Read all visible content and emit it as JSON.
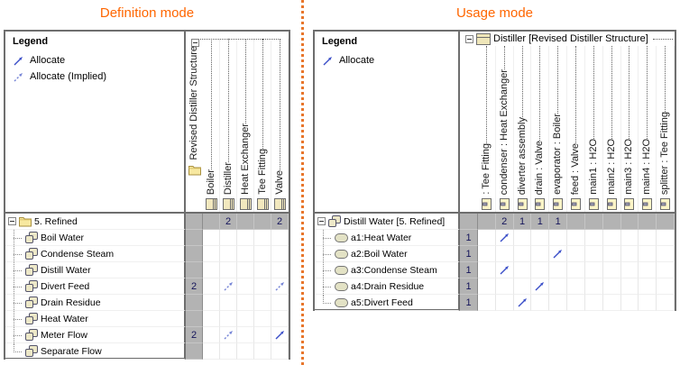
{
  "titles": {
    "definition": "Definition mode",
    "usage": "Usage mode"
  },
  "colors": {
    "accent_orange": "#ff6600",
    "divider_orange": "#e8762c",
    "arrow_solid": "#3a4ec8",
    "arrow_implied": "#7584d6",
    "cell_gray": "#b3b3b3",
    "count_text": "#14145a"
  },
  "definition_panel": {
    "legend": {
      "title": "Legend",
      "items": [
        {
          "label": "Allocate",
          "style": "solid",
          "icon": "allocate-arrow-icon"
        },
        {
          "label": "Allocate (Implied)",
          "style": "implied",
          "icon": "allocate-implied-arrow-icon"
        }
      ]
    },
    "matrix": {
      "root": {
        "label": "Revised Distiller Structure",
        "icon": "package-icon",
        "expanded": true
      },
      "column_icon": "block-icon",
      "columns": [
        "Boiler",
        "Distiller",
        "Heat Exchanger",
        "Tee Fitting",
        "Valve"
      ],
      "rows": [
        {
          "label": "5. Refined",
          "icon": "package-icon",
          "group": true,
          "expanded": true,
          "count": "",
          "cells": [
            "",
            "2",
            "",
            "",
            "2"
          ]
        },
        {
          "label": "Boil Water",
          "icon": "activity-icon",
          "count": "",
          "cells": [
            "",
            "",
            "",
            "",
            ""
          ]
        },
        {
          "label": "Condense Steam",
          "icon": "activity-icon",
          "count": "",
          "cells": [
            "",
            "",
            "",
            "",
            ""
          ]
        },
        {
          "label": "Distill Water",
          "icon": "activity-icon",
          "count": "",
          "cells": [
            "",
            "",
            "",
            "",
            ""
          ]
        },
        {
          "label": "Divert Feed",
          "icon": "activity-icon",
          "count": "2",
          "cells": [
            "",
            "implied",
            "",
            "",
            "implied"
          ]
        },
        {
          "label": "Drain Residue",
          "icon": "activity-icon",
          "count": "",
          "cells": [
            "",
            "",
            "",
            "",
            ""
          ]
        },
        {
          "label": "Heat Water",
          "icon": "activity-icon",
          "count": "",
          "cells": [
            "",
            "",
            "",
            "",
            ""
          ]
        },
        {
          "label": "Meter Flow",
          "icon": "activity-icon",
          "count": "2",
          "cells": [
            "",
            "implied",
            "",
            "",
            "solid"
          ]
        },
        {
          "label": "Separate Flow",
          "icon": "activity-icon",
          "count": "",
          "cells": [
            "",
            "",
            "",
            "",
            ""
          ]
        }
      ]
    }
  },
  "usage_panel": {
    "legend": {
      "title": "Legend",
      "items": [
        {
          "label": "Allocate",
          "style": "solid",
          "icon": "allocate-arrow-icon"
        }
      ]
    },
    "matrix": {
      "root": {
        "label": "Distiller [Revised Distiller Structure]",
        "icon": "block-header-icon",
        "expanded": true
      },
      "column_icon": "part-icon",
      "columns": [
        ": Tee Fitting",
        "condenser : Heat Exchanger",
        "diverter assembly",
        "drain : Valve",
        "evaporator : Boiler",
        "feed : Valve",
        "main1 : H2O",
        "main2 : H2O",
        "main3 : H2O",
        "main4 : H2O",
        "splitter : Tee Fitting"
      ],
      "rows": [
        {
          "label": "Distill Water [5. Refined]",
          "icon": "activity-icon",
          "group": true,
          "expanded": true,
          "count": "",
          "cells": [
            "",
            "2",
            "1",
            "1",
            "1",
            "",
            "",
            "",
            "",
            "",
            ""
          ]
        },
        {
          "label": "a1:Heat Water",
          "icon": "action-icon",
          "count": "1",
          "cells": [
            "",
            "solid",
            "",
            "",
            "",
            "",
            "",
            "",
            "",
            "",
            ""
          ]
        },
        {
          "label": "a2:Boil Water",
          "icon": "action-icon",
          "count": "1",
          "cells": [
            "",
            "",
            "",
            "",
            "solid",
            "",
            "",
            "",
            "",
            "",
            ""
          ]
        },
        {
          "label": "a3:Condense Steam",
          "icon": "action-icon",
          "count": "1",
          "cells": [
            "",
            "solid",
            "",
            "",
            "",
            "",
            "",
            "",
            "",
            "",
            ""
          ]
        },
        {
          "label": "a4:Drain Residue",
          "icon": "action-icon",
          "count": "1",
          "cells": [
            "",
            "",
            "",
            "solid",
            "",
            "",
            "",
            "",
            "",
            "",
            ""
          ]
        },
        {
          "label": "a5:Divert Feed",
          "icon": "action-icon",
          "count": "1",
          "cells": [
            "",
            "",
            "solid",
            "",
            "",
            "",
            "",
            "",
            "",
            "",
            ""
          ]
        }
      ]
    }
  }
}
